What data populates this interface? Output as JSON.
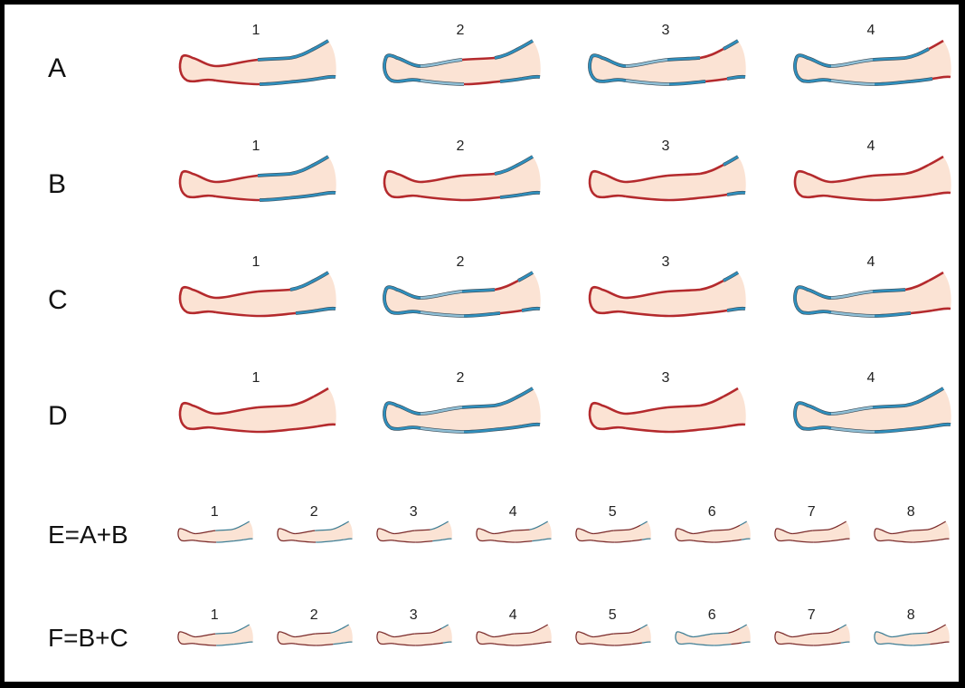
{
  "colors": {
    "active": "#b42a2d",
    "inactive_light": "#8fbfd6",
    "inactive_dark": "#2f8fbd",
    "fill": "#fbe3d4",
    "outline": "#444444",
    "active_dark": "#7a2a2a",
    "inactive_teal": "#3d7d94"
  },
  "rows": [
    {
      "label": "A",
      "panels": [
        {
          "number": "1",
          "active": [
            1
          ]
        },
        {
          "number": "2",
          "active": [
            2
          ]
        },
        {
          "number": "3",
          "active": [
            3
          ]
        },
        {
          "number": "4",
          "active": [
            4
          ]
        }
      ]
    },
    {
      "label": "B",
      "panels": [
        {
          "number": "1",
          "active": [
            1
          ]
        },
        {
          "number": "2",
          "active": [
            1,
            2
          ]
        },
        {
          "number": "3",
          "active": [
            1,
            2,
            3
          ]
        },
        {
          "number": "4",
          "active": [
            1,
            2,
            3,
            4
          ]
        }
      ]
    },
    {
      "label": "C",
      "panels": [
        {
          "number": "1",
          "active": [
            1,
            2
          ]
        },
        {
          "number": "2",
          "active": [
            3
          ]
        },
        {
          "number": "3",
          "active": [
            1,
            2,
            3
          ]
        },
        {
          "number": "4",
          "active": [
            3,
            4
          ]
        }
      ]
    },
    {
      "label": "D",
      "panels": [
        {
          "number": "1",
          "active": [
            1,
            2,
            3,
            4
          ]
        },
        {
          "number": "2",
          "active": []
        },
        {
          "number": "3",
          "active": [
            1,
            2,
            3,
            4
          ]
        },
        {
          "number": "4",
          "active": []
        }
      ]
    },
    {
      "label": "E=A+B",
      "panels": [
        {
          "number": "1",
          "active": [
            1
          ]
        },
        {
          "number": "2",
          "active": [
            1
          ]
        },
        {
          "number": "3",
          "active": [
            1,
            2
          ]
        },
        {
          "number": "4",
          "active": [
            1,
            2
          ]
        },
        {
          "number": "5",
          "active": [
            1,
            2,
            3
          ]
        },
        {
          "number": "6",
          "active": [
            1,
            2,
            3
          ]
        },
        {
          "number": "7",
          "active": [
            1,
            2,
            3,
            4
          ]
        },
        {
          "number": "8",
          "active": [
            1,
            2,
            3,
            4
          ]
        }
      ]
    },
    {
      "label": "F=B+C",
      "panels": [
        {
          "number": "1",
          "active": [
            1
          ]
        },
        {
          "number": "2",
          "active": [
            1,
            2
          ]
        },
        {
          "number": "3",
          "active": [
            1,
            2,
            3
          ]
        },
        {
          "number": "4",
          "active": [
            1,
            2,
            3,
            4
          ]
        },
        {
          "number": "5",
          "active": [
            1,
            2,
            3
          ]
        },
        {
          "number": "6",
          "active": [
            3
          ]
        },
        {
          "number": "7",
          "active": [
            1,
            2,
            3
          ]
        },
        {
          "number": "8",
          "active": [
            3,
            4
          ]
        }
      ]
    }
  ]
}
